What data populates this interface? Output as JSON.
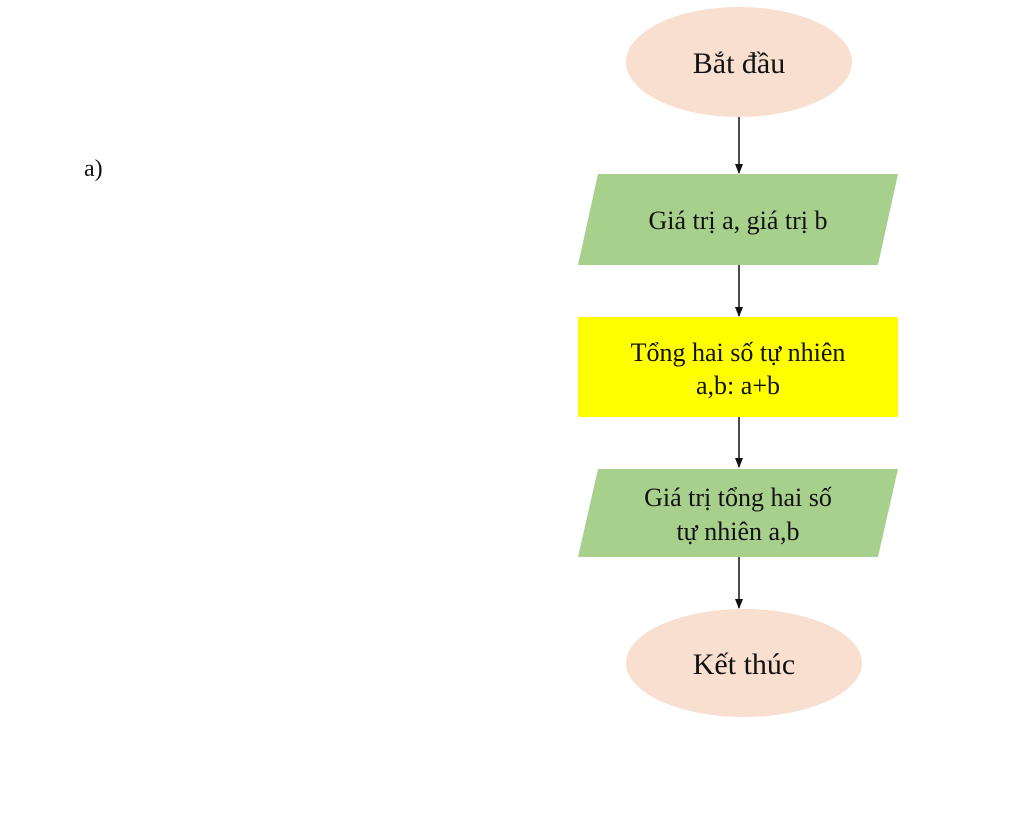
{
  "question_label": "a)",
  "flowchart": {
    "start": {
      "text": "Bắt đầu",
      "shape": "ellipse",
      "color": "#f8dfd0"
    },
    "input": {
      "lines": [
        "Giá trị a, giá trị b"
      ],
      "shape": "parallelogram",
      "color": "#a8d08d"
    },
    "process": {
      "lines": [
        "Tổng hai số tự nhiên",
        "a,b: a+b"
      ],
      "shape": "rectangle",
      "color": "#ffff00"
    },
    "output": {
      "lines": [
        "Giá trị tổng hai số",
        "tự nhiên a,b"
      ],
      "shape": "parallelogram",
      "color": "#a8d08d"
    },
    "end": {
      "text": "Kết thúc",
      "shape": "ellipse",
      "color": "#f8dfd0"
    }
  }
}
